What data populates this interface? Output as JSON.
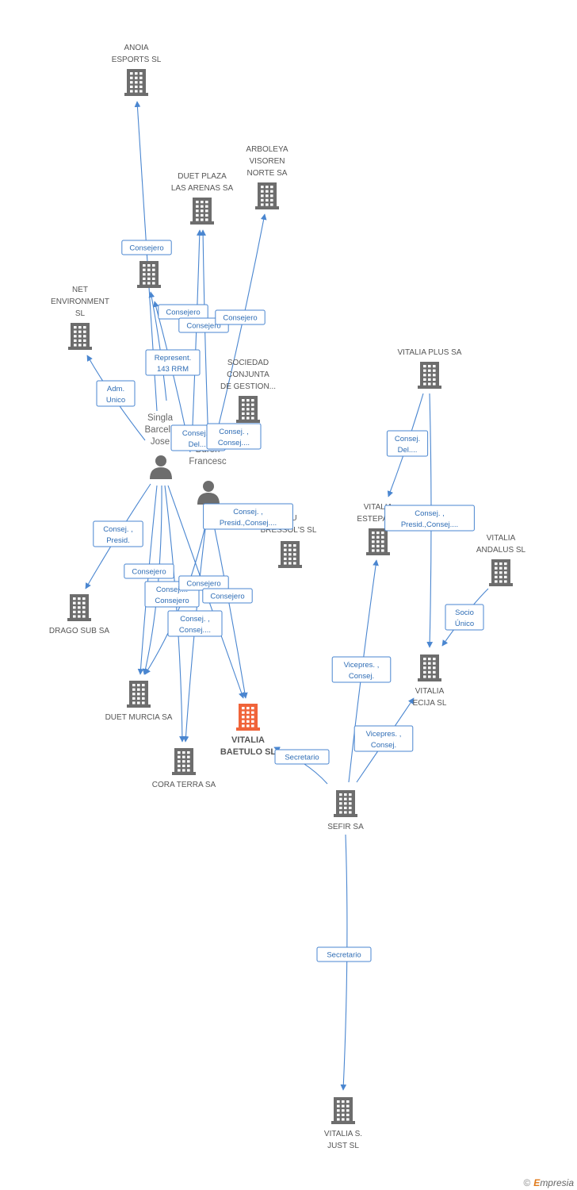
{
  "companies": [
    {
      "id": "anoia",
      "lines": [
        "ANOIA",
        "ESPORTS SL"
      ],
      "highlight": false
    },
    {
      "id": "arboleya",
      "lines": [
        "ARBOLEYA",
        "VISOREN",
        "NORTE SA"
      ],
      "highlight": false
    },
    {
      "id": "duet_plaza",
      "lines": [
        "DUET PLAZA",
        "LAS ARENAS SA"
      ],
      "highlight": false
    },
    {
      "id": "unnamed",
      "lines": [],
      "highlight": false
    },
    {
      "id": "net_env",
      "lines": [
        "NET",
        "ENVIRONMENT",
        "SL"
      ],
      "highlight": false
    },
    {
      "id": "sociedad",
      "lines": [
        "SOCIEDAD",
        "CONJUNTA",
        "DE GESTION..."
      ],
      "highlight": false
    },
    {
      "id": "dau",
      "lines": [
        "DAU",
        "BRESSOL'S SL"
      ],
      "highlight": false
    },
    {
      "id": "drago",
      "lines": [
        "DRAGO SUB SA"
      ],
      "highlight": false
    },
    {
      "id": "duet_murcia",
      "lines": [
        "DUET MURCIA SA"
      ],
      "highlight": false
    },
    {
      "id": "vitalia_baetulo",
      "lines": [
        "VITALIA",
        "BAETULO SL"
      ],
      "highlight": true
    },
    {
      "id": "cora_terra",
      "lines": [
        "CORA TERRA SA"
      ],
      "highlight": false
    },
    {
      "id": "vitalia_plus",
      "lines": [
        "VITALIA PLUS SA"
      ],
      "highlight": false
    },
    {
      "id": "vitalia_estepa",
      "lines": [
        "VITALIA",
        "ESTEPA SL"
      ],
      "highlight": false
    },
    {
      "id": "vitalia_andalus",
      "lines": [
        "VITALIA",
        "ANDALUS SL"
      ],
      "highlight": false
    },
    {
      "id": "vitalia_ecija",
      "lines": [
        "VITALIA",
        "ECIJA SL"
      ],
      "highlight": false
    },
    {
      "id": "sefir",
      "lines": [
        "SEFIR SA"
      ],
      "highlight": false
    },
    {
      "id": "vitalia_sjust",
      "lines": [
        "VITALIA S.",
        "JUST SL"
      ],
      "highlight": false
    }
  ],
  "persons": [
    {
      "id": "singla",
      "lines": [
        "Singla",
        "Barcelo",
        "Jose"
      ]
    },
    {
      "id": "buron",
      "lines": [
        "Buron",
        "Francesc"
      ]
    }
  ],
  "relations": [
    {
      "id": "r1",
      "lines": [
        "Consejero"
      ]
    },
    {
      "id": "r2",
      "lines": [
        "Consejero"
      ]
    },
    {
      "id": "r3",
      "lines": [
        "Consejero"
      ]
    },
    {
      "id": "r4",
      "lines": [
        "Consejero"
      ]
    },
    {
      "id": "r5",
      "lines": [
        "Represent.",
        "143 RRM"
      ]
    },
    {
      "id": "r6",
      "lines": [
        "Adm.",
        "Unico"
      ]
    },
    {
      "id": "r7",
      "lines": [
        "Consej....",
        "Del...."
      ]
    },
    {
      "id": "r8",
      "lines": [
        "Consej. ,",
        "Consej...."
      ]
    },
    {
      "id": "r9",
      "lines": [
        "Consej. ,",
        "Presid.,Consej...."
      ]
    },
    {
      "id": "r10",
      "lines": [
        "Consej. ,",
        "Presid."
      ]
    },
    {
      "id": "r11",
      "lines": [
        "Consejero"
      ]
    },
    {
      "id": "r12",
      "lines": [
        "Consej....",
        "Consejero"
      ]
    },
    {
      "id": "r13",
      "lines": [
        "Consejero"
      ]
    },
    {
      "id": "r14",
      "lines": [
        "Consejero"
      ]
    },
    {
      "id": "r15",
      "lines": [
        "Consej. ,",
        "Consej...."
      ]
    },
    {
      "id": "r16",
      "lines": [
        "Secretario"
      ]
    },
    {
      "id": "r17",
      "lines": [
        "Consej.",
        "Del...."
      ]
    },
    {
      "id": "r18",
      "lines": [
        "Consej. ,",
        "Presid.,Consej...."
      ]
    },
    {
      "id": "r19",
      "lines": [
        "Socio",
        "Único"
      ]
    },
    {
      "id": "r20",
      "lines": [
        "Vicepres. ,",
        "Consej."
      ]
    },
    {
      "id": "r21",
      "lines": [
        "Vicepres. ,",
        "Consej."
      ]
    },
    {
      "id": "r22",
      "lines": [
        "Secretario"
      ]
    }
  ],
  "footer": {
    "copyright": "©",
    "brand_e": "E",
    "brand_rest": "mpresia"
  },
  "colors": {
    "edge": "#4a86d0",
    "building": "#6d6d6d",
    "highlight": "#f0643a",
    "person": "#6d6d6d"
  }
}
